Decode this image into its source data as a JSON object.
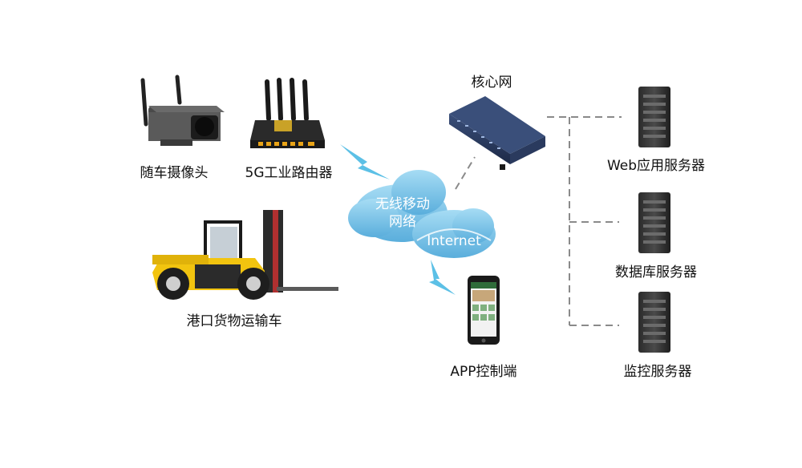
{
  "nodes": {
    "camera": "随车摄像头",
    "router": "5G工业路由器",
    "forklift": "港口货物运输车",
    "core": "核心网",
    "web_server": "Web应用服务器",
    "db_server": "数据库服务器",
    "monitor_server": "监控服务器",
    "app": "APP控制端"
  },
  "cloud": {
    "line1": "无线移动",
    "line2": "网络",
    "line3": "Internet"
  },
  "colors": {
    "cloud": "#7fc6ea",
    "cloud_dark": "#5bb3e0",
    "signal": "#5cc0e6",
    "dashed": "#8a8a8a",
    "forklift": "#f2c40f"
  }
}
